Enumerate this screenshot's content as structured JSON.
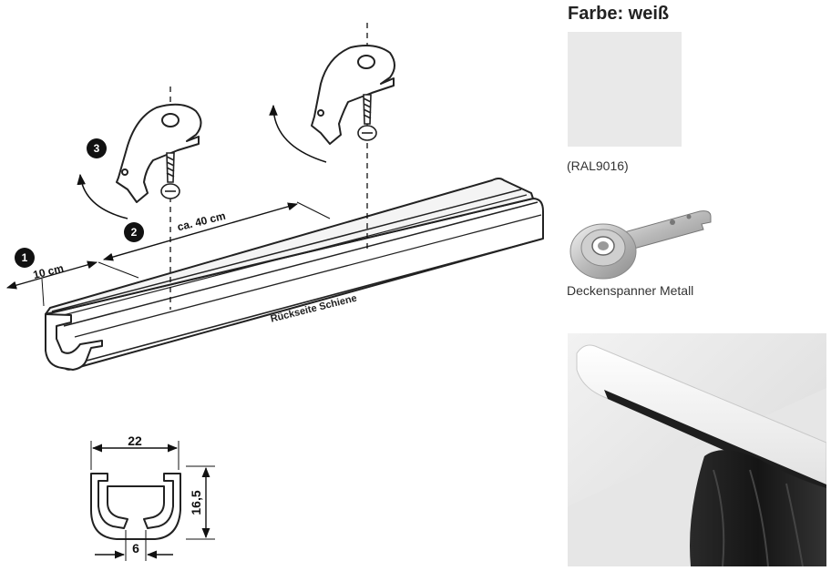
{
  "steps": [
    "1",
    "2",
    "3"
  ],
  "dimensions": {
    "first_mount_distance": "10 cm",
    "mount_spacing": "ca. 40 cm",
    "profile_width": "22",
    "profile_height": "16,5",
    "profile_opening": "6"
  },
  "rail_label": "Rückseite Schiene",
  "color": {
    "title": "Farbe: weiß",
    "swatch_hex": "#e9e9e9",
    "code": "(RAL9016)"
  },
  "accessory": {
    "label": "Deckenspanner Metall",
    "icon": "ceiling-tensioner-icon"
  },
  "photo": {
    "icon": "installed-rail-with-curtain-photo"
  }
}
